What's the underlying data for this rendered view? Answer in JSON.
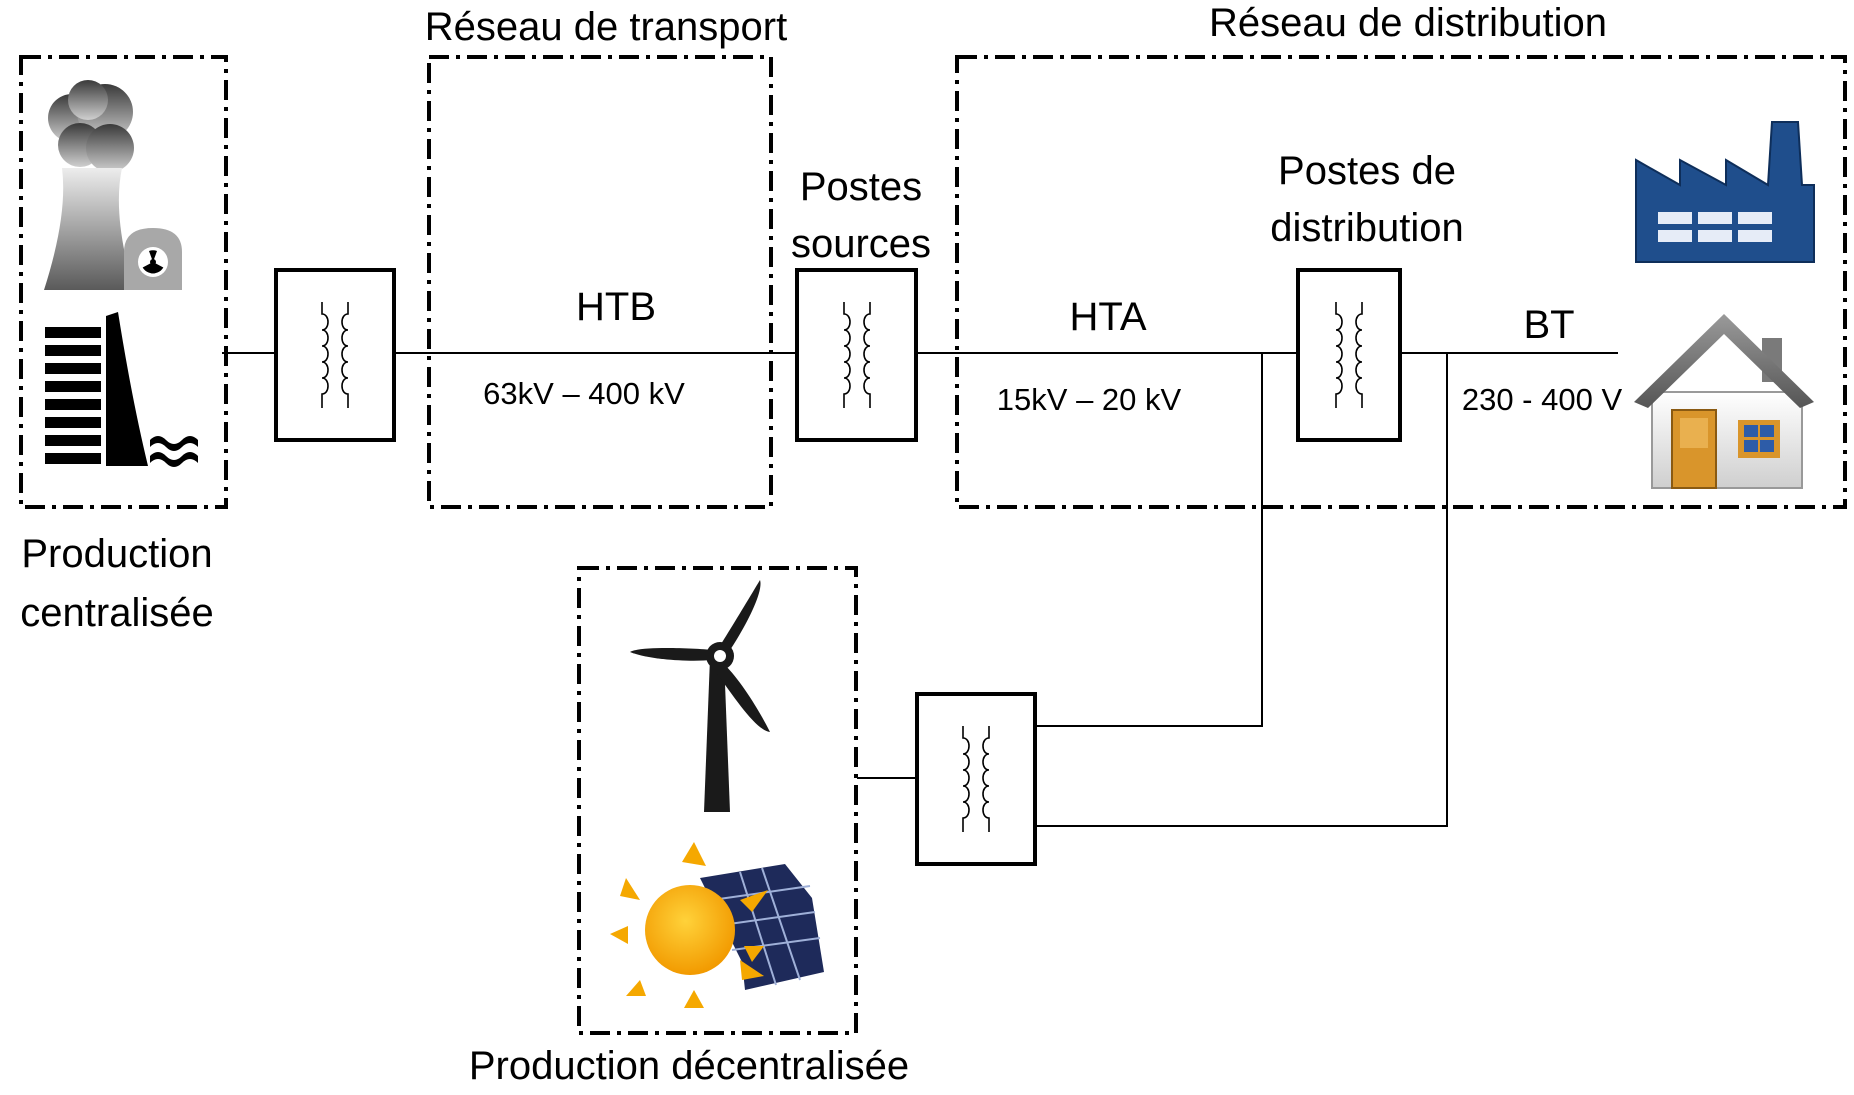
{
  "groups": {
    "production_centralisee": [
      "Production",
      "centralisée"
    ],
    "reseau_transport": "Réseau de transport",
    "reseau_distribution": "Réseau de distribution",
    "production_decentralisee": "Production décentralisée"
  },
  "substations": {
    "postes_sources": [
      "Postes",
      "sources"
    ],
    "postes_distribution": [
      "Postes de",
      "distribution"
    ]
  },
  "voltage_levels": {
    "htb": {
      "name": "HTB",
      "range": "63kV – 400 kV"
    },
    "hta": {
      "name": "HTA",
      "range": "15kV – 20 kV"
    },
    "bt": {
      "name": "BT",
      "range": "230 - 400 V"
    }
  },
  "icons": [
    "nuclear-plant-icon",
    "hydro-dam-icon",
    "wind-turbine-icon",
    "solar-panel-icon",
    "factory-icon",
    "house-icon",
    "transformer-icon"
  ],
  "colors": {
    "factory": "#1f4e8c",
    "house_roof": "#6e6e6e",
    "house_door": "#d9952b",
    "sun": "#f5a800",
    "solar_panel": "#1e2a5a"
  }
}
